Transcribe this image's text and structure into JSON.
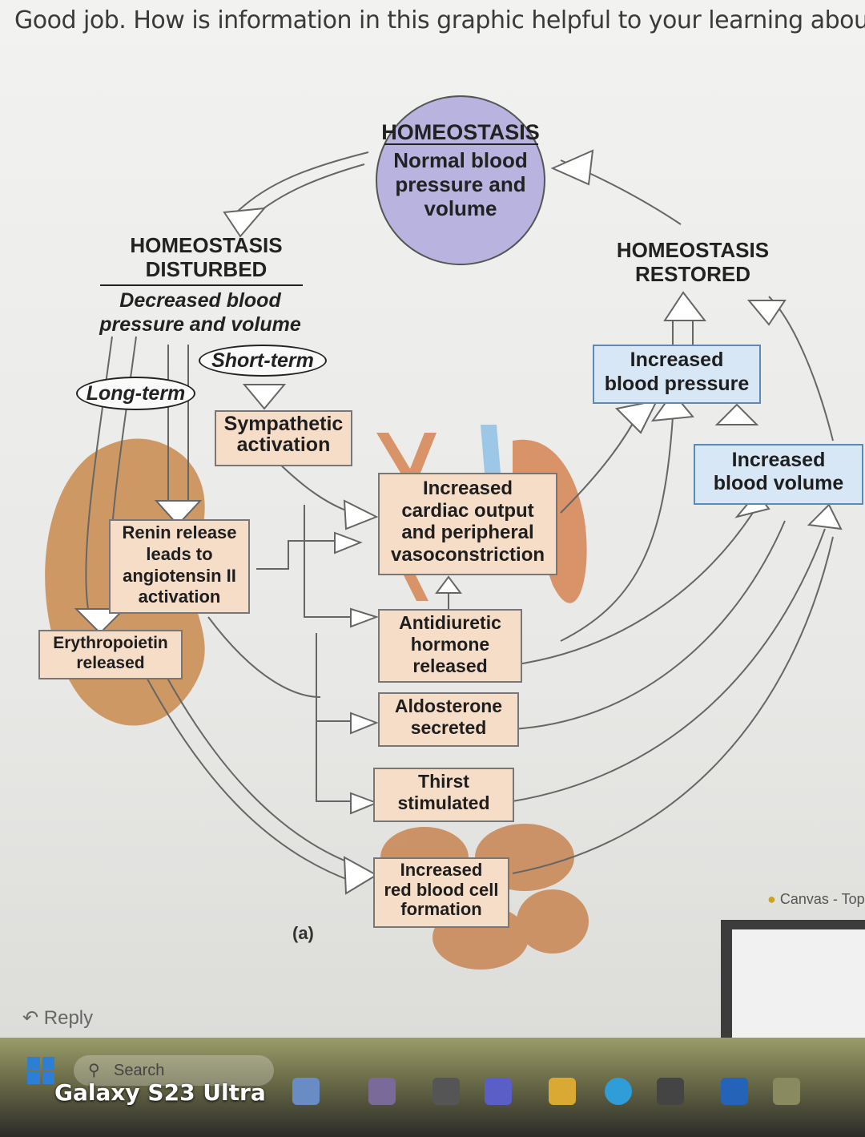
{
  "question": "Good job. How is information in this graphic helpful to your learning about how",
  "figure": {
    "center": {
      "title": "HOMEOSTASIS",
      "text": "Normal blood pressure and volume"
    },
    "disturbed": {
      "title_line1": "HOMEOSTASIS",
      "title_line2": "DISTURBED",
      "sub_line1": "Decreased blood",
      "sub_line2": "pressure and volume"
    },
    "restored": {
      "title_line1": "HOMEOSTASIS",
      "title_line2": "RESTORED"
    },
    "short_term": "Short-term",
    "long_term": "Long-term",
    "sympathetic": {
      "line1": "Sympathetic",
      "line2": "activation"
    },
    "cardiac": {
      "line1": "Increased",
      "line2": "cardiac output",
      "line3": "and peripheral",
      "line4": "vasoconstriction"
    },
    "renin": {
      "line1": "Renin release",
      "line2": "leads to",
      "line3": "angiotensin II",
      "line4": "activation"
    },
    "erythropoietin": {
      "line1": "Erythropoietin",
      "line2": "released"
    },
    "adh": {
      "line1": "Antidiuretic",
      "line2": "hormone",
      "line3": "released"
    },
    "aldosterone": {
      "line1": "Aldosterone",
      "line2": "secreted"
    },
    "thirst": {
      "line1": "Thirst",
      "line2": "stimulated"
    },
    "rbc": {
      "line1": "Increased",
      "line2": "red blood cell",
      "line3": "formation"
    },
    "inc_bp": {
      "line1": "Increased",
      "line2": "blood pressure"
    },
    "inc_bv": {
      "line1": "Increased",
      "line2": "blood volume"
    },
    "panel_label": "(a)"
  },
  "reply_label": "Reply",
  "taskbar": {
    "search_placeholder": "Search",
    "watermark": "Galaxy S23 Ultra"
  },
  "preview_title": "Canvas - Top",
  "colors": {
    "tan_box": "#f6ddc8",
    "blue_box": "#d7e7f5",
    "center_circle": "#b8b3df",
    "kidney": "#c98a4d"
  }
}
